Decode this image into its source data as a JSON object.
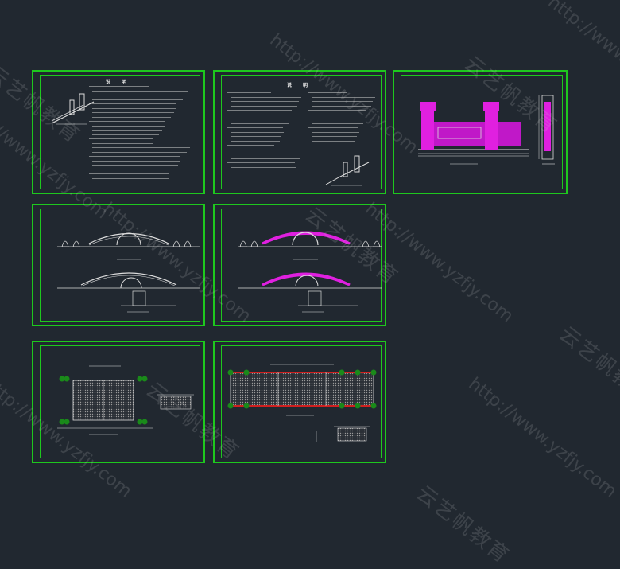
{
  "sheets": {
    "s1": {
      "title": "说 明"
    },
    "s2": {
      "title": "说 明"
    }
  },
  "watermark": {
    "url": "http://www.yzfjy.com",
    "brand": "云艺帆教育"
  },
  "colors": {
    "background": "#212830",
    "frame": "#1ec81e",
    "highlight": "#e020e0",
    "hatch": "#9a9a9a",
    "markers": "#d02020"
  }
}
